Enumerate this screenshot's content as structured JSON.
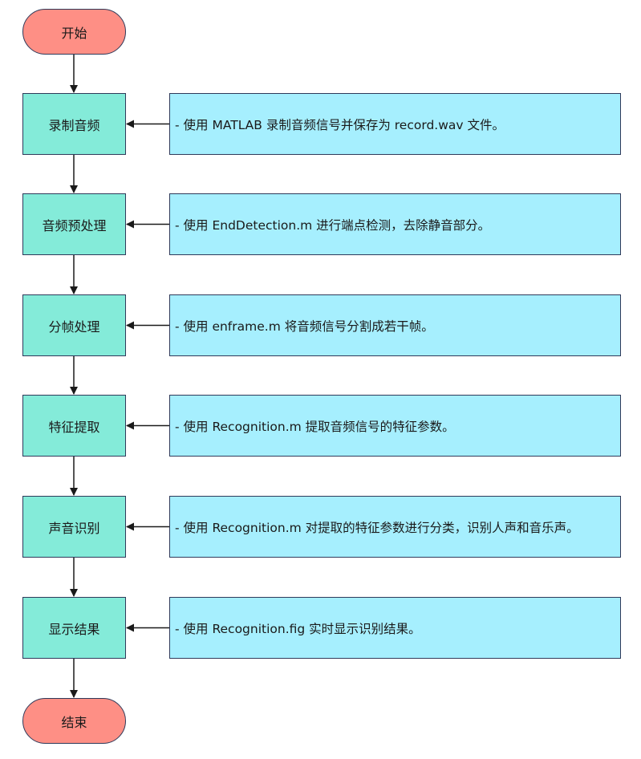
{
  "start": {
    "label": "开始"
  },
  "end": {
    "label": "结束"
  },
  "steps": [
    {
      "label": "录制音频",
      "note": "- 使用 MATLAB 录制音频信号并保存为 record.wav 文件。"
    },
    {
      "label": "音频预处理",
      "note": "- 使用 EndDetection.m 进行端点检测，去除静音部分。"
    },
    {
      "label": "分帧处理",
      "note": "- 使用 enframe.m 将音频信号分割成若干帧。"
    },
    {
      "label": "特征提取",
      "note": "- 使用 Recognition.m 提取音频信号的特征参数。"
    },
    {
      "label": "声音识别",
      "note": "- 使用 Recognition.m 对提取的特征参数进行分类，识别人声和音乐声。"
    },
    {
      "label": "显示结果",
      "note": "- 使用 Recognition.fig 实时显示识别结果。"
    }
  ],
  "colors": {
    "terminal": "#fe8f85",
    "process": "#84ebd9",
    "note": "#a6effe",
    "border": "#2f3a5a",
    "edge": "#1a1a1a"
  }
}
